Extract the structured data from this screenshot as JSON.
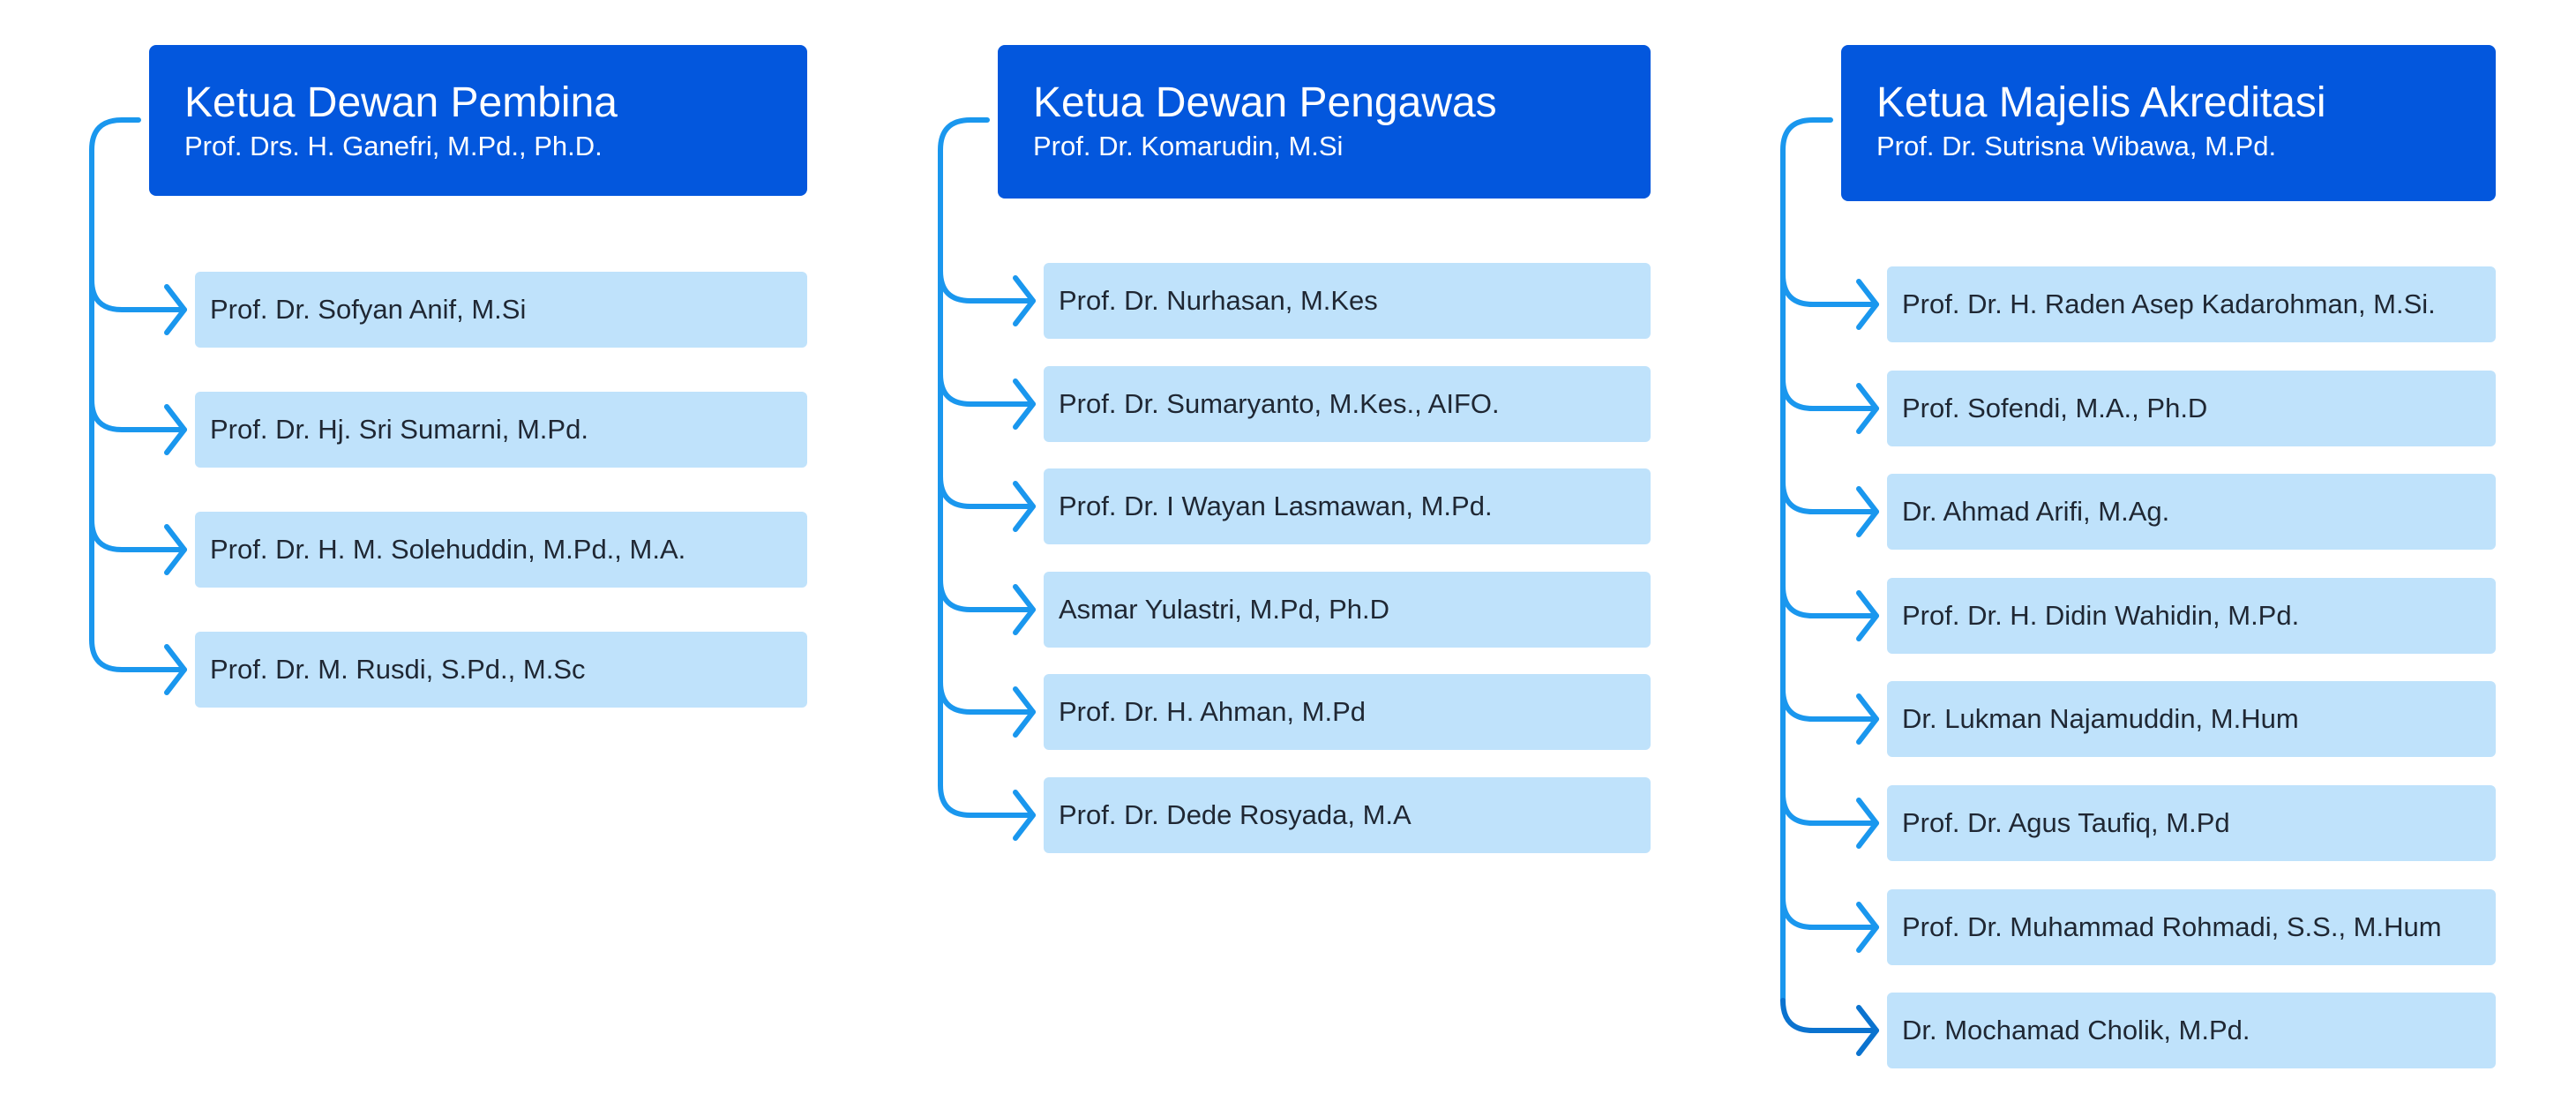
{
  "groups": [
    {
      "title": "Ketua Dewan Pembina",
      "subtitle": "Prof. Drs. H. Ganefri, M.Pd., Ph.D.",
      "members": [
        "Prof. Dr. Sofyan Anif, M.Si",
        "Prof. Dr. Hj. Sri Sumarni, M.Pd.",
        "Prof. Dr. H. M. Solehuddin, M.Pd., M.A.",
        "Prof. Dr. M. Rusdi, S.Pd., M.Sc"
      ]
    },
    {
      "title": "Ketua Dewan Pengawas",
      "subtitle": "Prof. Dr. Komarudin, M.Si",
      "members": [
        "Prof. Dr. Nurhasan, M.Kes",
        "Prof. Dr. Sumaryanto, M.Kes., AIFO.",
        "Prof. Dr. I Wayan Lasmawan, M.Pd.",
        "Asmar Yulastri, M.Pd, Ph.D",
        "Prof. Dr. H. Ahman, M.Pd",
        "Prof. Dr. Dede Rosyada, M.A"
      ]
    },
    {
      "title": "Ketua Majelis Akreditasi",
      "subtitle": "Prof. Dr. Sutrisna Wibawa, M.Pd.",
      "members": [
        "Prof. Dr. H. Raden Asep Kadarohman, M.Si.",
        "Prof. Sofendi, M.A., Ph.D",
        "Dr. Ahmad Arifi, M.Ag.",
        "Prof. Dr. H. Didin Wahidin, M.Pd.",
        "Dr. Lukman Najamuddin, M.Hum",
        "Prof. Dr. Agus Taufiq, M.Pd",
        "Prof. Dr. Muhammad Rohmadi, S.S., M.Hum",
        "Dr. Mochamad Cholik, M.Pd."
      ]
    }
  ],
  "colors": {
    "header_bg": "#0357dd",
    "header_text": "#ffffff",
    "item_bg": "#bfe2fb",
    "item_text": "#1f2733",
    "connector": "#1a97ee",
    "connector_dark": "#0b73cf"
  },
  "icons": {
    "connector": "arrow-right-icon"
  }
}
